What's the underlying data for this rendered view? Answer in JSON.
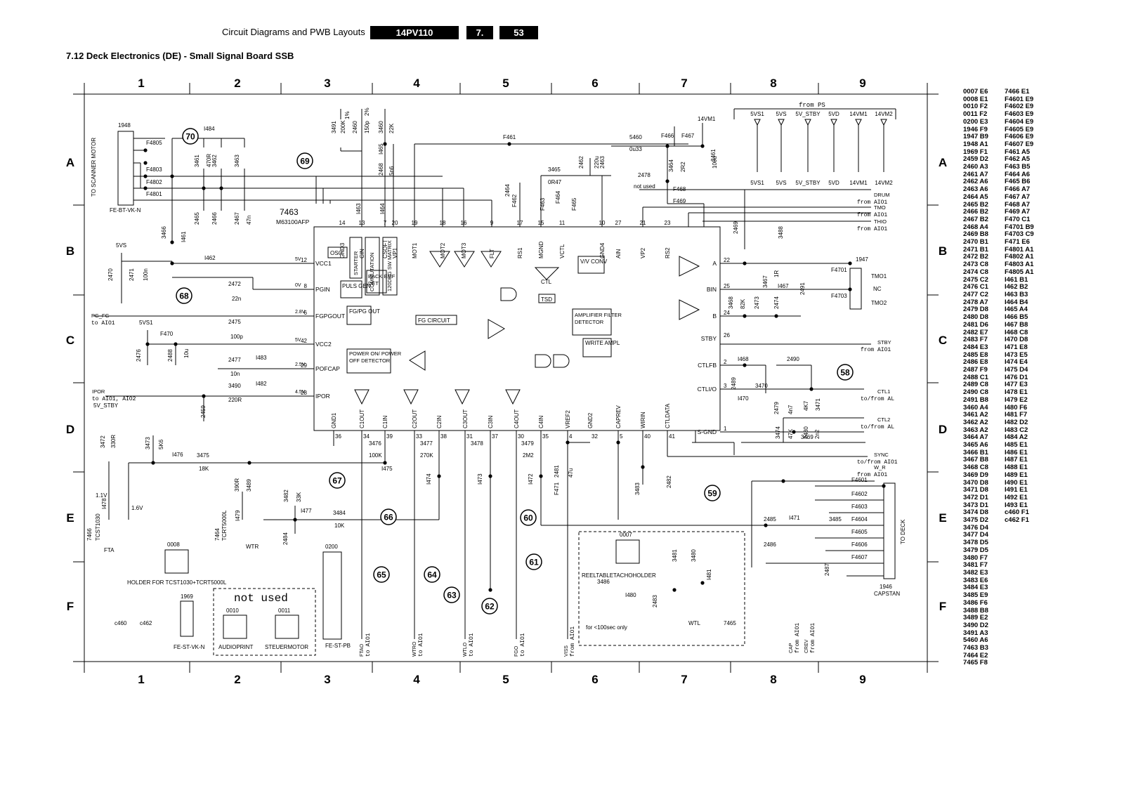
{
  "header": {
    "doc_title": "Circuit Diagrams and PWB Layouts",
    "model": "14PV110",
    "chapter": "7.",
    "page": "53"
  },
  "section_title": "7.12   Deck Electronics (DE) - Small Signal Board SSB",
  "grid": {
    "cols": [
      "1",
      "2",
      "3",
      "4",
      "5",
      "6",
      "7",
      "8",
      "9"
    ],
    "rows": [
      "A",
      "B",
      "C",
      "D",
      "E",
      "F"
    ]
  },
  "ic": {
    "ref": "7463",
    "part": "M63100AFP",
    "left_pins": [
      {
        "num": "12",
        "name": "VCC1",
        "v": "5V"
      },
      {
        "num": "8",
        "name": "PGIN",
        "v": "0V"
      },
      {
        "num": "6",
        "name": "FGPGOUT",
        "v": "2.8V"
      },
      {
        "num": "42",
        "name": "VCC2",
        "v": "5V"
      },
      {
        "num": "29",
        "name": "POFCAP",
        "v": "2.5V"
      },
      {
        "num": "28",
        "name": "IPOR",
        "v": "4.5V"
      }
    ],
    "top_pins": [
      {
        "num": "14",
        "name": "GND3"
      },
      {
        "num": "13",
        "name": "CIN"
      },
      {
        "num": "7",
        "name": "CSOFT"
      },
      {
        "num": "20",
        "name": "VP1"
      },
      {
        "num": "19",
        "name": "MOT1"
      },
      {
        "num": "18",
        "name": "MOT2"
      },
      {
        "num": "16",
        "name": "MOT3"
      },
      {
        "num": "9",
        "name": "FLT"
      },
      {
        "num": "17",
        "name": "RS1"
      },
      {
        "num": "15",
        "name": "MGND"
      },
      {
        "num": "11",
        "name": "VCTL"
      },
      {
        "num": "10",
        "name": "GND4"
      },
      {
        "num": "27",
        "name": "AIN"
      },
      {
        "num": "21",
        "name": "VP2"
      },
      {
        "num": "23",
        "name": "RS2"
      }
    ],
    "right_pins": [
      {
        "num": "22",
        "name": "A"
      },
      {
        "num": "25",
        "name": "BIN"
      },
      {
        "num": "24",
        "name": "B"
      },
      {
        "num": "26",
        "name": "STBY"
      },
      {
        "num": "2",
        "name": "CTLFB"
      },
      {
        "num": "3",
        "name": "CTLI/O"
      },
      {
        "num": "1",
        "name": "S-GND"
      }
    ],
    "bottom_pins": [
      {
        "num": "36",
        "name": "GND1"
      },
      {
        "num": "34",
        "name": "C1OUT"
      },
      {
        "num": "39",
        "name": "C1IN"
      },
      {
        "num": "33",
        "name": "C2OUT"
      },
      {
        "num": "38",
        "name": "C2IN"
      },
      {
        "num": "31",
        "name": "C3OUT"
      },
      {
        "num": "37",
        "name": "C3IN"
      },
      {
        "num": "30",
        "name": "C4OUT"
      },
      {
        "num": "35",
        "name": "C4IN"
      },
      {
        "num": "4",
        "name": "VREF2"
      },
      {
        "num": "32",
        "name": "GND2"
      },
      {
        "num": "5",
        "name": "CAPREV"
      },
      {
        "num": "40",
        "name": "WIRIN"
      },
      {
        "num": "41",
        "name": "CTLDATA"
      }
    ],
    "blocks": [
      "OSC",
      "STARTER",
      "COMMUTATION",
      "120DEG SW MATRIX",
      "PULS GEN",
      "BACK EMF DET",
      "FG/PG OUT",
      "FG CIRCUIT",
      "POWER ON/ POWER OFF DETECTOR",
      "AMPLIFIER FILTER DETECTOR",
      "WRITE AMPL",
      "V/V CONV",
      "CTL",
      "TSD"
    ]
  },
  "callouts": [
    "70",
    "69",
    "68",
    "67",
    "66",
    "65",
    "64",
    "63",
    "62",
    "61",
    "60",
    "59",
    "58"
  ],
  "components": [
    "1948",
    "FE-BT-VK-N",
    "TO SCANNER MOTOR",
    "F4805",
    "F4803",
    "F4802",
    "F4801",
    "3461",
    "3462",
    "3463",
    "470R",
    "2465",
    "2466",
    "2467",
    "47n",
    "3466",
    "2470",
    "2471",
    "100u",
    "100n",
    "5VS",
    "I461",
    "I462",
    "I484",
    "2472",
    "22n",
    "2475",
    "100p",
    "5VS1",
    "F470",
    "2476",
    "2488",
    "10u",
    "2477",
    "10n",
    "I483",
    "3490",
    "220R",
    "I482",
    "2459",
    "3491",
    "200K",
    "1%",
    "2460",
    "150p",
    "2%",
    "3460",
    "22K",
    "I465",
    "2468",
    "5n6",
    "I463",
    "I464",
    "F461",
    "F462",
    "F463",
    "F464",
    "F465",
    "3465",
    "0R47",
    "2464",
    "2462",
    "220u",
    "2463",
    "5460",
    "0u33",
    "F466",
    "F467",
    "3464",
    "2R2",
    "2461",
    "14VM1",
    "2478",
    "not used",
    "F468",
    "F469",
    "3476",
    "100K",
    "3477",
    "270K",
    "3478",
    "3479",
    "2M2",
    "2481",
    "47u",
    "F471",
    "I475",
    "I476",
    "I474",
    "I473",
    "I472",
    "2469",
    "3488",
    "I467",
    "3467",
    "1R",
    "2473",
    "3468",
    "82K",
    "2474",
    "2491",
    "1947",
    "F4701",
    "F4703",
    "TMO1",
    "NC",
    "TMO2",
    "2489",
    "2490",
    "3470",
    "2479",
    "4n7",
    "3471",
    "4K7",
    "3474",
    "47K",
    "2480",
    "2n2",
    "3469",
    "I468",
    "I470",
    "I471",
    "3472",
    "330R",
    "3473",
    "5K6",
    "3475",
    "18K",
    "5V_STBY",
    "1.1V",
    "1.6V",
    "I478",
    "7466",
    "TCST1030",
    "FTA",
    "0008",
    "HOLDER FOR TCST1030+TCRT5000L",
    "3489",
    "390R",
    "I479",
    "7464",
    "TCRT5000L",
    "WTR",
    "3482",
    "33K",
    "2484",
    "I477",
    "3484",
    "10K",
    "0200",
    "FE-ST-PB",
    "1969",
    "FE-ST-VK-N",
    "c460",
    "c462",
    "0010",
    "AUDIOPRINT",
    "0011",
    "STEUERMOTOR",
    "3483",
    "2482",
    "2485",
    "2486",
    "3485",
    "2487",
    "F4601",
    "F4602",
    "F4603",
    "F4604",
    "F4605",
    "F4606",
    "F4607",
    "1946",
    "CAPSTAN",
    "TO DECK",
    "0007",
    "REELTABLETACHOHOLDER",
    "3486",
    "I480",
    "2483",
    "3481",
    "3480",
    "I481",
    "7465",
    "WTL",
    "for <100sec only"
  ],
  "signals": [
    {
      "name": "DRUM",
      "dir": "from AIO1"
    },
    {
      "name": "TMO",
      "dir": "from AIO1"
    },
    {
      "name": "THIO",
      "dir": "from AIO1"
    },
    {
      "name": "STBY",
      "dir": "from AIO1"
    },
    {
      "name": "CTL1",
      "dir": "to/from AL"
    },
    {
      "name": "CTL2",
      "dir": "to/from AL"
    },
    {
      "name": "SYNC",
      "dir": "to/from AIO1"
    },
    {
      "name": "W_R",
      "dir": "from AIO1"
    },
    {
      "name": "PG_FG",
      "dir": "to AIO1"
    },
    {
      "name": "IPOR",
      "dir": "to AIO1, AIO2"
    },
    {
      "name": "FTAO",
      "dir": "to AIO1"
    },
    {
      "name": "WTRO",
      "dir": "to AIO1"
    },
    {
      "name": "WTLO",
      "dir": "to AIO1"
    },
    {
      "name": "FGO",
      "dir": "to AIO1"
    },
    {
      "name": "VISS",
      "dir": "from AIO1"
    },
    {
      "name": "CAP",
      "dir": "from AIO1"
    },
    {
      "name": "CREV",
      "dir": "from AIO1"
    }
  ],
  "supplies_from_ps": {
    "label": "from PS",
    "rails": [
      "5VS1",
      "5VS",
      "5V_STBY",
      "5VD",
      "14VM1",
      "14VM2"
    ]
  },
  "index_col1": "0007 E6\n0008 E1\n0010 F2\n0011 F2\n0200 E3\n1946 F9\n1947 B9\n1948 A1\n1969 F1\n2459 D2\n2460 A3\n2461 A7\n2462 A6\n2463 A6\n2464 A5\n2465 B2\n2466 B2\n2467 B2\n2468 A4\n2469 B8\n2470 B1\n2471 B1\n2472 B2\n2473 C8\n2474 C8\n2475 C2\n2476 C1\n2477 C2\n2478 A7\n2479 D8\n2480 D8\n2481 D6\n2482 E7\n2483 F7\n2484 E3\n2485 E8\n2486 E8\n2487 F9\n2488 C1\n2489 C8\n2490 C8\n2491 B8\n3460 A4\n3461 A2\n3462 A2\n3463 A2\n3464 A7\n3465 A6\n3466 B1\n3467 B8\n3468 C8\n3469 D9\n3470 D8\n3471 D8\n3472 D1\n3473 D1\n3474 D8\n3475 D2\n3476 D4\n3477 D4\n3478 D5\n3479 D5\n3480 F7\n3481 F7\n3482 E3\n3483 E6\n3484 E3\n3485 E9\n3486 F6\n3488 B8\n3489 E2\n3490 D2\n3491 A3\n5460 A6\n7463 B3\n7464 E2\n7465 F8",
  "index_col2": "7466 E1\nF4601 E9\nF4602 E9\nF4603 E9\nF4604 E9\nF4605 E9\nF4606 E9\nF4607 E9\nF461 A5\nF462 A5\nF463 B5\nF464 A6\nF465 B6\nF466 A7\nF467 A7\nF468 A7\nF469 A7\nF470 C1\nF4701 B9\nF4703 C9\nF471 E6\nF4801 A1\nF4802 A1\nF4803 A1\nF4805 A1\nI461 B1\nI462 B2\nI463 B3\nI464 B4\nI465 A4\nI466 B5\nI467 B8\nI468 C8\nI470 D8\nI471 E8\nI473 E5\nI474 E4\nI475 D4\nI476 D1\nI477 E3\nI478 E1\nI479 E2\nI480 F6\nI481 F7\nI482 D2\nI483 C2\nI484 A2\nI485 E1\nI486 E1\nI487 E1\nI488 E1\nI489 E1\nI490 E1\nI491 E1\nI492 E1\nI493 E1\nc460 F1\nc462 F1"
}
